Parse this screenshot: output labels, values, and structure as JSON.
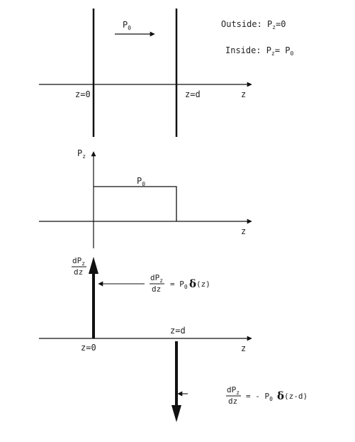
{
  "panel1": {
    "p0_label": "P",
    "p0_sub": "0",
    "outside_label": "Outside: P",
    "outside_sub": "z",
    "outside_value": "=0",
    "inside_label": "Inside: P",
    "inside_sub": "z",
    "inside_eq": "= P",
    "inside_val_sub": "0",
    "z0_label": "z=0",
    "zd_label": "z=d",
    "axis_label": "z"
  },
  "panel2": {
    "y_label": "P",
    "y_sub": "z",
    "level_label": "P",
    "level_sub": "0",
    "axis_label": "z"
  },
  "panel3": {
    "frac_num": "dP",
    "frac_num_sub": "z",
    "frac_den": "dz",
    "eq1_mid": "= P",
    "eq1_sub": "0",
    "delta": "δ",
    "eq1_arg": "(z)",
    "eq2_mid": "= - P",
    "eq2_sub": "0",
    "eq2_arg": "(z-d)",
    "z0_label": "z=0",
    "zd_label": "z=d",
    "axis_label": "z"
  }
}
